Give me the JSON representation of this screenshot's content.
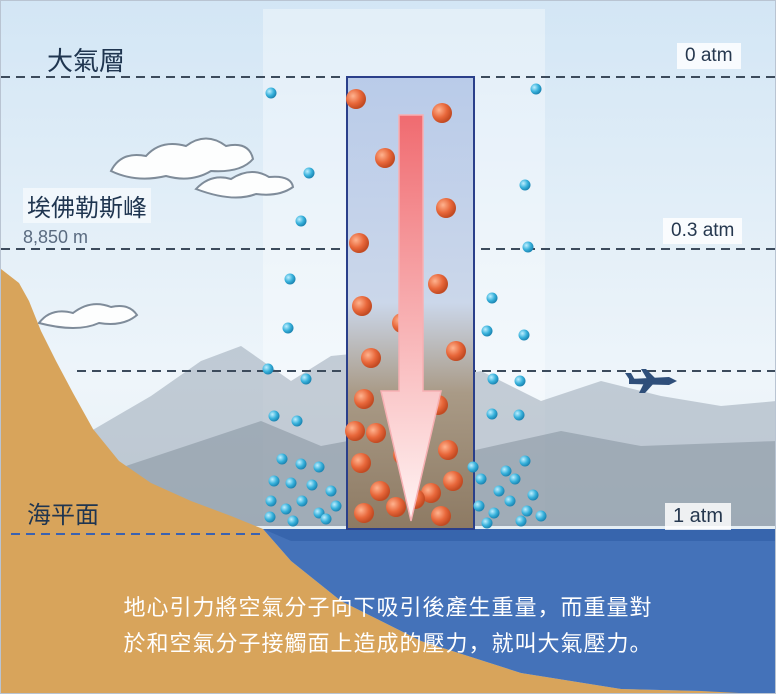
{
  "diagram": {
    "layer_labels": {
      "atmosphere": "大氣層",
      "everest": "埃佛勒斯峰",
      "everest_height": "8,850 m",
      "sea_level": "海平面"
    },
    "pressure_labels": {
      "top": "0 atm",
      "mid": "0.3 atm",
      "bottom": "1 atm"
    },
    "caption": {
      "line1": "地心引力將空氣分子向下吸引後產生重量，而重量對",
      "line2": "於和空氣分子接觸面上造成的壓力，就叫大氣壓力。"
    },
    "colors": {
      "sky_top": "#cfe4f4",
      "sky_bottom": "#f4f8fb",
      "mountain_fill": "#d6a35a",
      "sea": "#3f6fb5",
      "molecule_blue": "#38b2dc",
      "molecule_orange": "#e96b3b",
      "column_border": "#2a3f8a",
      "arrow_top": "#f1747a",
      "arrow_bottom": "#ffffff"
    },
    "icons": [
      "cloud-icon",
      "airplane-icon",
      "down-arrow-icon"
    ]
  }
}
